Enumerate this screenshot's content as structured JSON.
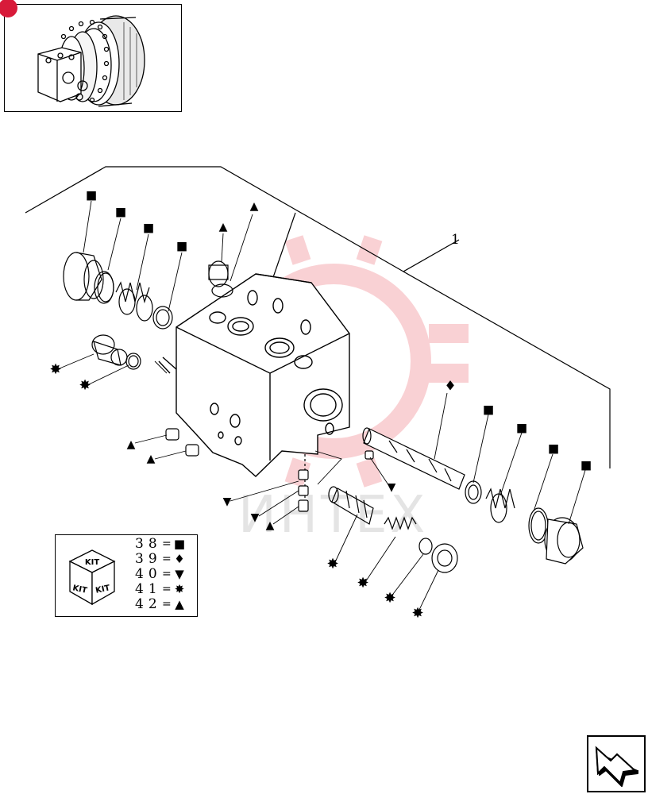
{
  "thumbnail": {
    "caption": ""
  },
  "callout": {
    "part_number": "1"
  },
  "watermark": {
    "text": "ИНТЕХ"
  },
  "markers": {
    "square": "■",
    "triangle_up": "▲",
    "triangle_down": "▼",
    "diamond": "♦",
    "star": "✸"
  },
  "kit_legend": {
    "cube_labels": [
      "KIT",
      "KIT",
      "KIT"
    ],
    "rows": [
      {
        "number": "38",
        "symbol": "■"
      },
      {
        "number": "39",
        "symbol": "♦"
      },
      {
        "number": "40",
        "symbol": "▼"
      },
      {
        "number": "41",
        "symbol": "✸"
      },
      {
        "number": "42",
        "symbol": "▲"
      }
    ],
    "equals": "="
  },
  "colors": {
    "line": "#000000",
    "watermark_red": "#e8323f",
    "tab_red": "#d81b3a"
  },
  "icons": {
    "nav": "next-page-arrow-icon"
  }
}
